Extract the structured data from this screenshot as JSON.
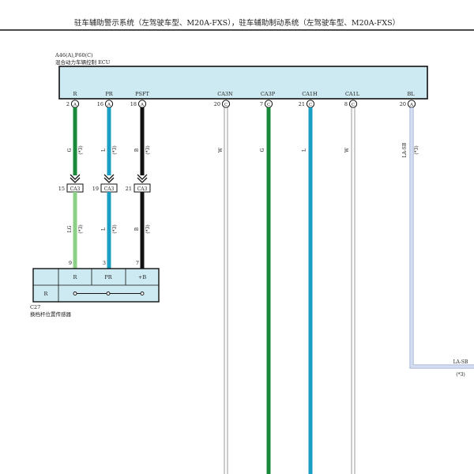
{
  "title": "驻车辅助警示系统（左驾驶车型、M20A-FXS），驻车辅助制动系统（左驾驶车型、M20A-FXS）",
  "ecu": {
    "code": "A46(A),F60(C)",
    "name": "混合动力车辆控制 ECU",
    "pins": [
      {
        "label": "R",
        "num": "2",
        "conn": "A"
      },
      {
        "label": "PR",
        "num": "16",
        "conn": "A"
      },
      {
        "label": "PSFT",
        "num": "18",
        "conn": "A"
      },
      {
        "label": "CA3N",
        "num": "20",
        "conn": "C"
      },
      {
        "label": "CA3P",
        "num": "7",
        "conn": "C"
      },
      {
        "label": "CA1H",
        "num": "21",
        "conn": "C"
      },
      {
        "label": "CA1L",
        "num": "8",
        "conn": "C"
      },
      {
        "label": "BL",
        "num": "20",
        "conn": "A"
      }
    ]
  },
  "wires_upper": [
    {
      "color_code": "G",
      "note": "(*3)"
    },
    {
      "color_code": "L",
      "note": "(*3)"
    },
    {
      "color_code": "B",
      "note": "(*3)"
    },
    {
      "color_code": "W",
      "note": ""
    },
    {
      "color_code": "G",
      "note": ""
    },
    {
      "color_code": "L",
      "note": ""
    },
    {
      "color_code": "W",
      "note": ""
    },
    {
      "color_code": "LA-SB",
      "note": "(*3)"
    }
  ],
  "junctions": [
    {
      "num": "15",
      "code": "CA3"
    },
    {
      "num": "19",
      "code": "CA3"
    },
    {
      "num": "21",
      "code": "CA3"
    }
  ],
  "wires_lower": [
    {
      "color_code": "LG",
      "note": "(*3)"
    },
    {
      "color_code": "L",
      "note": "(*3)"
    },
    {
      "color_code": "B",
      "note": "(*3)"
    }
  ],
  "sensor": {
    "code": "C27",
    "name": "换档杆位置传感器",
    "pin_nums": [
      "9",
      "3",
      "7"
    ],
    "headers": [
      "R",
      "PR",
      "+B"
    ],
    "row_label": "R"
  },
  "bl_wire_right": {
    "color_code": "LA-SB",
    "note": "(*3)"
  },
  "colors": {
    "ecu_fill": "#cdeaf2",
    "green": "#1a8a3a",
    "light_green": "#8ccf86",
    "blue": "#1b9ec4",
    "black": "#111111",
    "white_wire": "#cfcfcf",
    "la_sb": "#9ab0d8"
  }
}
